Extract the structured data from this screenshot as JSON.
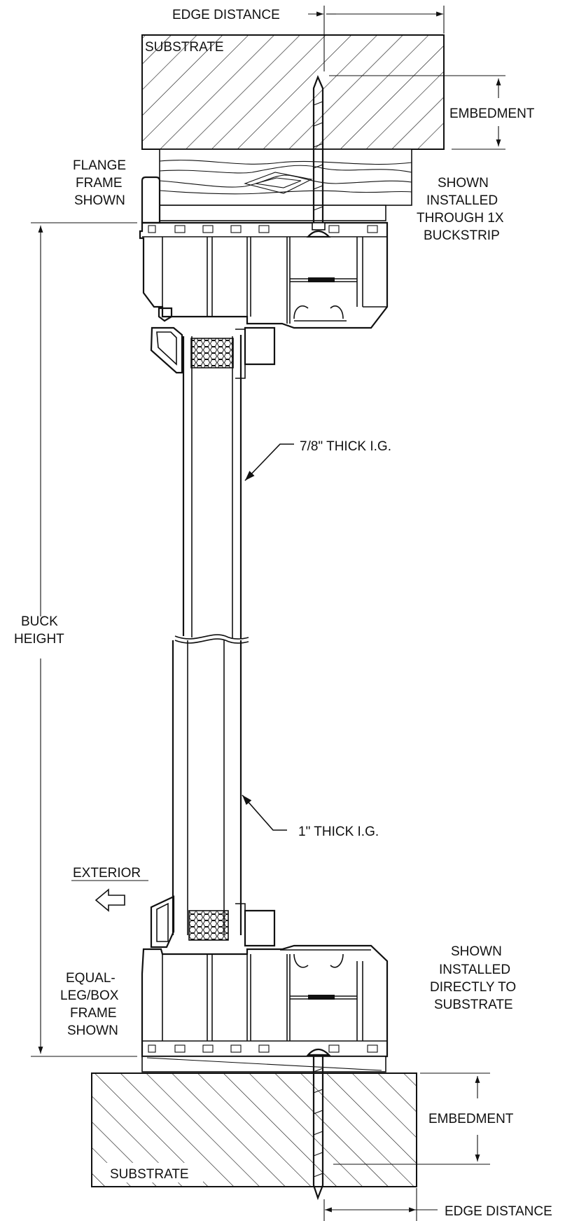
{
  "labels": {
    "edge_distance_top": "EDGE DISTANCE",
    "substrate_top": "SUBSTRATE",
    "embedment_top": "EMBEDMENT",
    "flange_1": "FLANGE",
    "flange_2": "FRAME",
    "flange_3": "SHOWN",
    "buck_1": "SHOWN",
    "buck_2": "INSTALLED",
    "buck_3": "THROUGH 1X",
    "buck_4": "BUCKSTRIP",
    "ig_top": "7/8\" THICK I.G.",
    "buck_height_1": "BUCK",
    "buck_height_2": "HEIGHT",
    "ig_bottom": "1\" THICK I.G.",
    "exterior": "EXTERIOR",
    "direct_1": "SHOWN",
    "direct_2": "INSTALLED",
    "direct_3": "DIRECTLY TO",
    "direct_4": "SUBSTRATE",
    "equal_1": "EQUAL-",
    "equal_2": "LEG/BOX",
    "equal_3": "FRAME",
    "equal_4": "SHOWN",
    "embedment_bottom": "EMBEDMENT",
    "substrate_bottom": "SUBSTRATE",
    "edge_distance_bottom": "EDGE DISTANCE"
  }
}
